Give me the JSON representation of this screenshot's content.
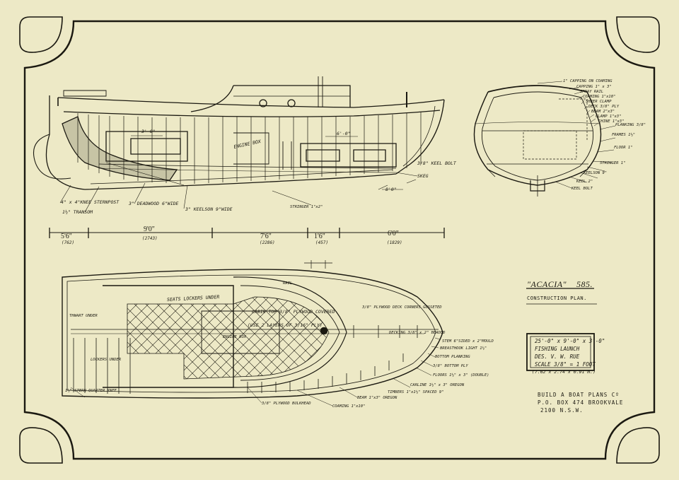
{
  "title": {
    "name": "\"ACACIA\"",
    "number": "585.",
    "subtitle": "CONSTRUCTION PLAN."
  },
  "specs": [
    "25'-0\" x 9'-0\" x 3'-0\"",
    "FISHING LAUNCH",
    "DES. V. W. RUE",
    "SCALE 3/8\" = 1 FOOT",
    "(7.62 x 2.74 x 0.91 m.)"
  ],
  "address": [
    "BUILD A BOAT PLANS Cº",
    "P.O. BOX 474 BROOKVALE",
    "2100 N.S.W."
  ],
  "dimensions": [
    {
      "main": "5'6\"",
      "metric": "(762)"
    },
    {
      "main": "9'0\"",
      "metric": "(2743)"
    },
    {
      "main": "7'6\"",
      "metric": "(2286)"
    },
    {
      "main": "1'6\"",
      "metric": "(457)"
    },
    {
      "main": "6'0\"",
      "metric": "(1829)"
    }
  ],
  "profile_labels": {
    "stem": "4\" x 4\"KNEE STERNPOST",
    "transom": "1½\" TRANSOM",
    "deadwood": "3\" DEADWOOD 6\"WIDE",
    "keelson": "3\" KEELSON 9\"WIDE",
    "skeg": "SKEG",
    "engine": "ENGINE BOX",
    "stringer": "STRINGER 1\"x2\"",
    "keel_bolt": "3/8\" KEEL BOLT",
    "dim_a": "3'-0\"",
    "dim_b": "6'-0\"",
    "dim_c": "8'0\""
  },
  "section_labels": [
    "1\" CAPPING ON COAMING",
    "CAPPING 1\" x 3\"",
    "SPRAY RAIL",
    "COAMING 1\"x10\"",
    "SHEER CLAMP",
    "DECK 3/8\" PLY",
    "BEAM 2\"x3\"",
    "CLAMP 1\"x3\"",
    "CHINE 1\"x3\"",
    "PLANKING 3/8\"",
    "FRAMES 1½\"",
    "FLOOR 1\"",
    "STRINGER 1\"",
    "KEELSON 9\"",
    "KEEL 2\"",
    "KEEL BOLT"
  ],
  "plan_labels": {
    "seats": "SEATS LOCKERS UNDER",
    "cabin_top": "CABIN TOP 3/8\" PLYWOOD COVERED",
    "cabin_note": "(USE 2 LAYERS OF 3/16\" PLY)",
    "engine_box": "ENGINE BOX",
    "thwart": "THWART UNDER",
    "lockers": "LOCKERS UNDER",
    "rail": "RAIL",
    "cabin_deck": "3/8\" PLYWOOD DECK CORNERS GUSSETED",
    "stem": "STEM 6\"SIDED x 2\"MOULD",
    "breasthook": "BREASTHOOK LIGHT 1½\"",
    "bottom_planking": "BOTTOM PLANKING",
    "bottom_chine": "3/8\" BOTTOM PLY",
    "floors": "FLOORS 1½\" x 3\" (DOUBLE)",
    "carline": "CARLINE 1½\" x 3\" OREGON",
    "timbers": "TIMBERS 1\"x1½\" SPACED 9\"",
    "beam": "BEAM 1\"x3\" OREGON",
    "coaming": "COAMING 1\"x10\"",
    "bulkhead": "3/8\" PLYWOOD BULKHEAD",
    "quarter_knee": "1½\" STERN QUARTER KNEE",
    "decking": "DECKING 3/8\" x 2\" BEADED"
  }
}
